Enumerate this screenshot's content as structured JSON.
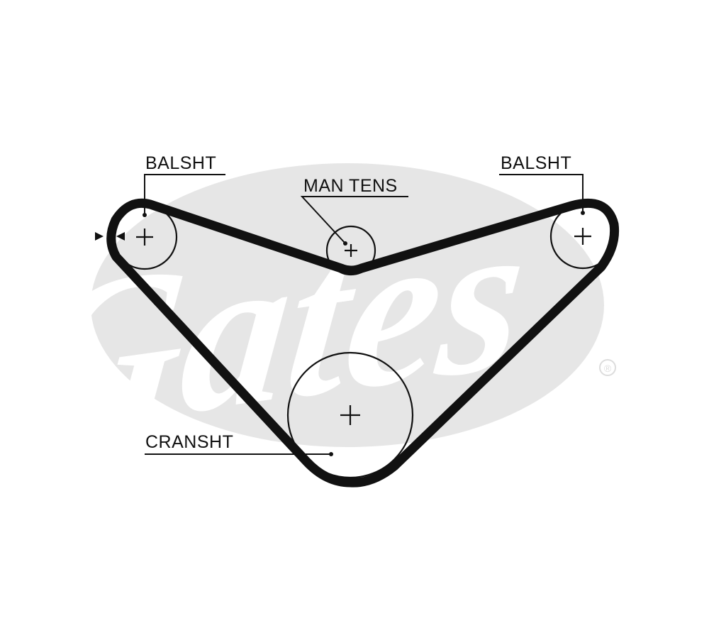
{
  "logo": {
    "brand_text": "Gates",
    "registered_mark": "®",
    "oval_color": "#e6e6e6",
    "text_color": "#ffffff"
  },
  "labels": {
    "balance_shaft_left": "BALSHT",
    "manual_tensioner": "MAN TENS",
    "balance_shaft_right": "BALSHT",
    "crankshaft": "CRANSHT"
  },
  "colors": {
    "belt": "#111111",
    "line": "#111111",
    "background": "#ffffff"
  }
}
